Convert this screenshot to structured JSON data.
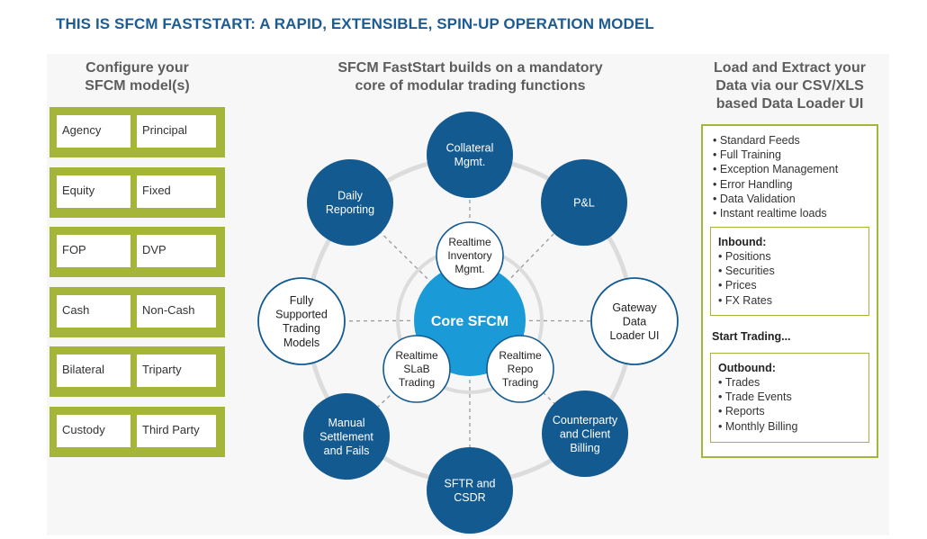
{
  "title": "THIS IS SFCM FASTSTART: A RAPID, EXTENSIBLE, SPIN-UP OPERATION MODEL",
  "left": {
    "heading": [
      "Configure your",
      "SFCM model(s)"
    ],
    "rows": [
      [
        "Agency",
        "Principal"
      ],
      [
        "Equity",
        "Fixed"
      ],
      [
        "FOP",
        "DVP"
      ],
      [
        "Cash",
        "Non-Cash"
      ],
      [
        "Bilateral",
        "Triparty"
      ],
      [
        "Custody",
        "Third Party"
      ]
    ]
  },
  "center": {
    "heading": [
      "SFCM FastStart builds on a mandatory",
      "core of modular trading functions"
    ],
    "core": "Core SFCM",
    "outer_nodes": [
      {
        "lines": [
          "Collateral",
          "Mgmt."
        ],
        "style": "filled"
      },
      {
        "lines": [
          "P&L"
        ],
        "style": "filled"
      },
      {
        "lines": [
          "Gateway",
          "Data",
          "Loader UI"
        ],
        "style": "outline"
      },
      {
        "lines": [
          "Counterparty",
          "and Client",
          "Billing"
        ],
        "style": "filled"
      },
      {
        "lines": [
          "SFTR and",
          "CSDR"
        ],
        "style": "filled"
      },
      {
        "lines": [
          "Manual",
          "Settlement",
          "and Fails"
        ],
        "style": "filled"
      },
      {
        "lines": [
          "Fully",
          "Supported",
          "Trading",
          "Models"
        ],
        "style": "outline"
      },
      {
        "lines": [
          "Daily",
          "Reporting"
        ],
        "style": "filled"
      }
    ],
    "inner_nodes": [
      {
        "lines": [
          "Realtime",
          "Inventory",
          "Mgmt."
        ]
      },
      {
        "lines": [
          "Realtime",
          "Repo",
          "Trading"
        ]
      },
      {
        "lines": [
          "Realtime",
          "SLaB",
          "Trading"
        ]
      }
    ],
    "colors": {
      "dark": "#135a91",
      "core": "#1a9ad6",
      "ring": "#dcdcdc",
      "outline": "#135a91"
    }
  },
  "right": {
    "heading": [
      "Load and Extract your",
      "Data via our CSV/XLS",
      "based Data Loader UI"
    ],
    "features": [
      "Standard Feeds",
      "Full Training",
      "Exception Management",
      "Error Handling",
      "Data Validation",
      "Instant realtime loads"
    ],
    "inbound_label": "Inbound:",
    "inbound": [
      "Positions",
      "Securities",
      "Prices",
      "FX Rates"
    ],
    "start_trading": "Start Trading...",
    "outbound_label": "Outbound:",
    "outbound": [
      "Trades",
      "Trade Events",
      "Reports",
      "Monthly Billing"
    ]
  },
  "accent": "#a5b53a",
  "title_color": "#1d5c92"
}
